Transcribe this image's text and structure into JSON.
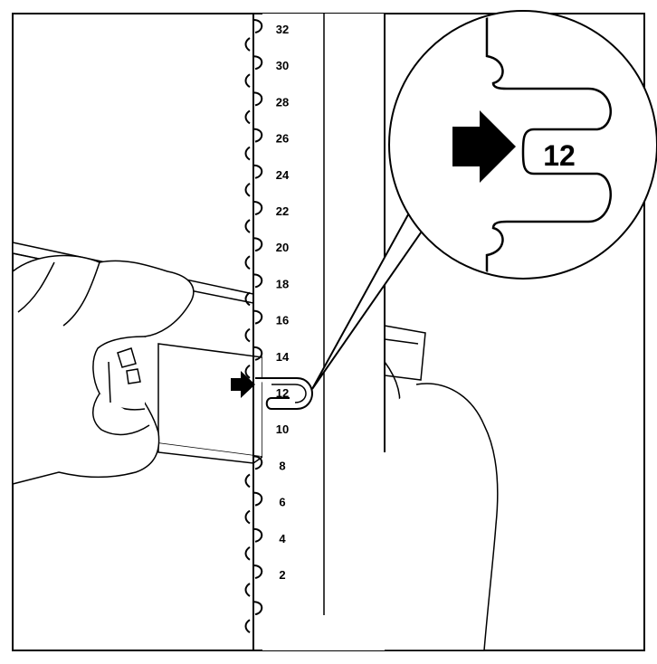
{
  "rail": {
    "scale_labels": [
      "32",
      "30",
      "28",
      "26",
      "24",
      "22",
      "20",
      "18",
      "16",
      "14",
      "12",
      "10",
      "8",
      "6",
      "4",
      "2"
    ]
  },
  "callout": {
    "number": "12"
  },
  "colors": {
    "line": "#000000",
    "background": "#ffffff"
  },
  "icons": [
    "arrow-right-icon",
    "callout-arrow-icon"
  ]
}
